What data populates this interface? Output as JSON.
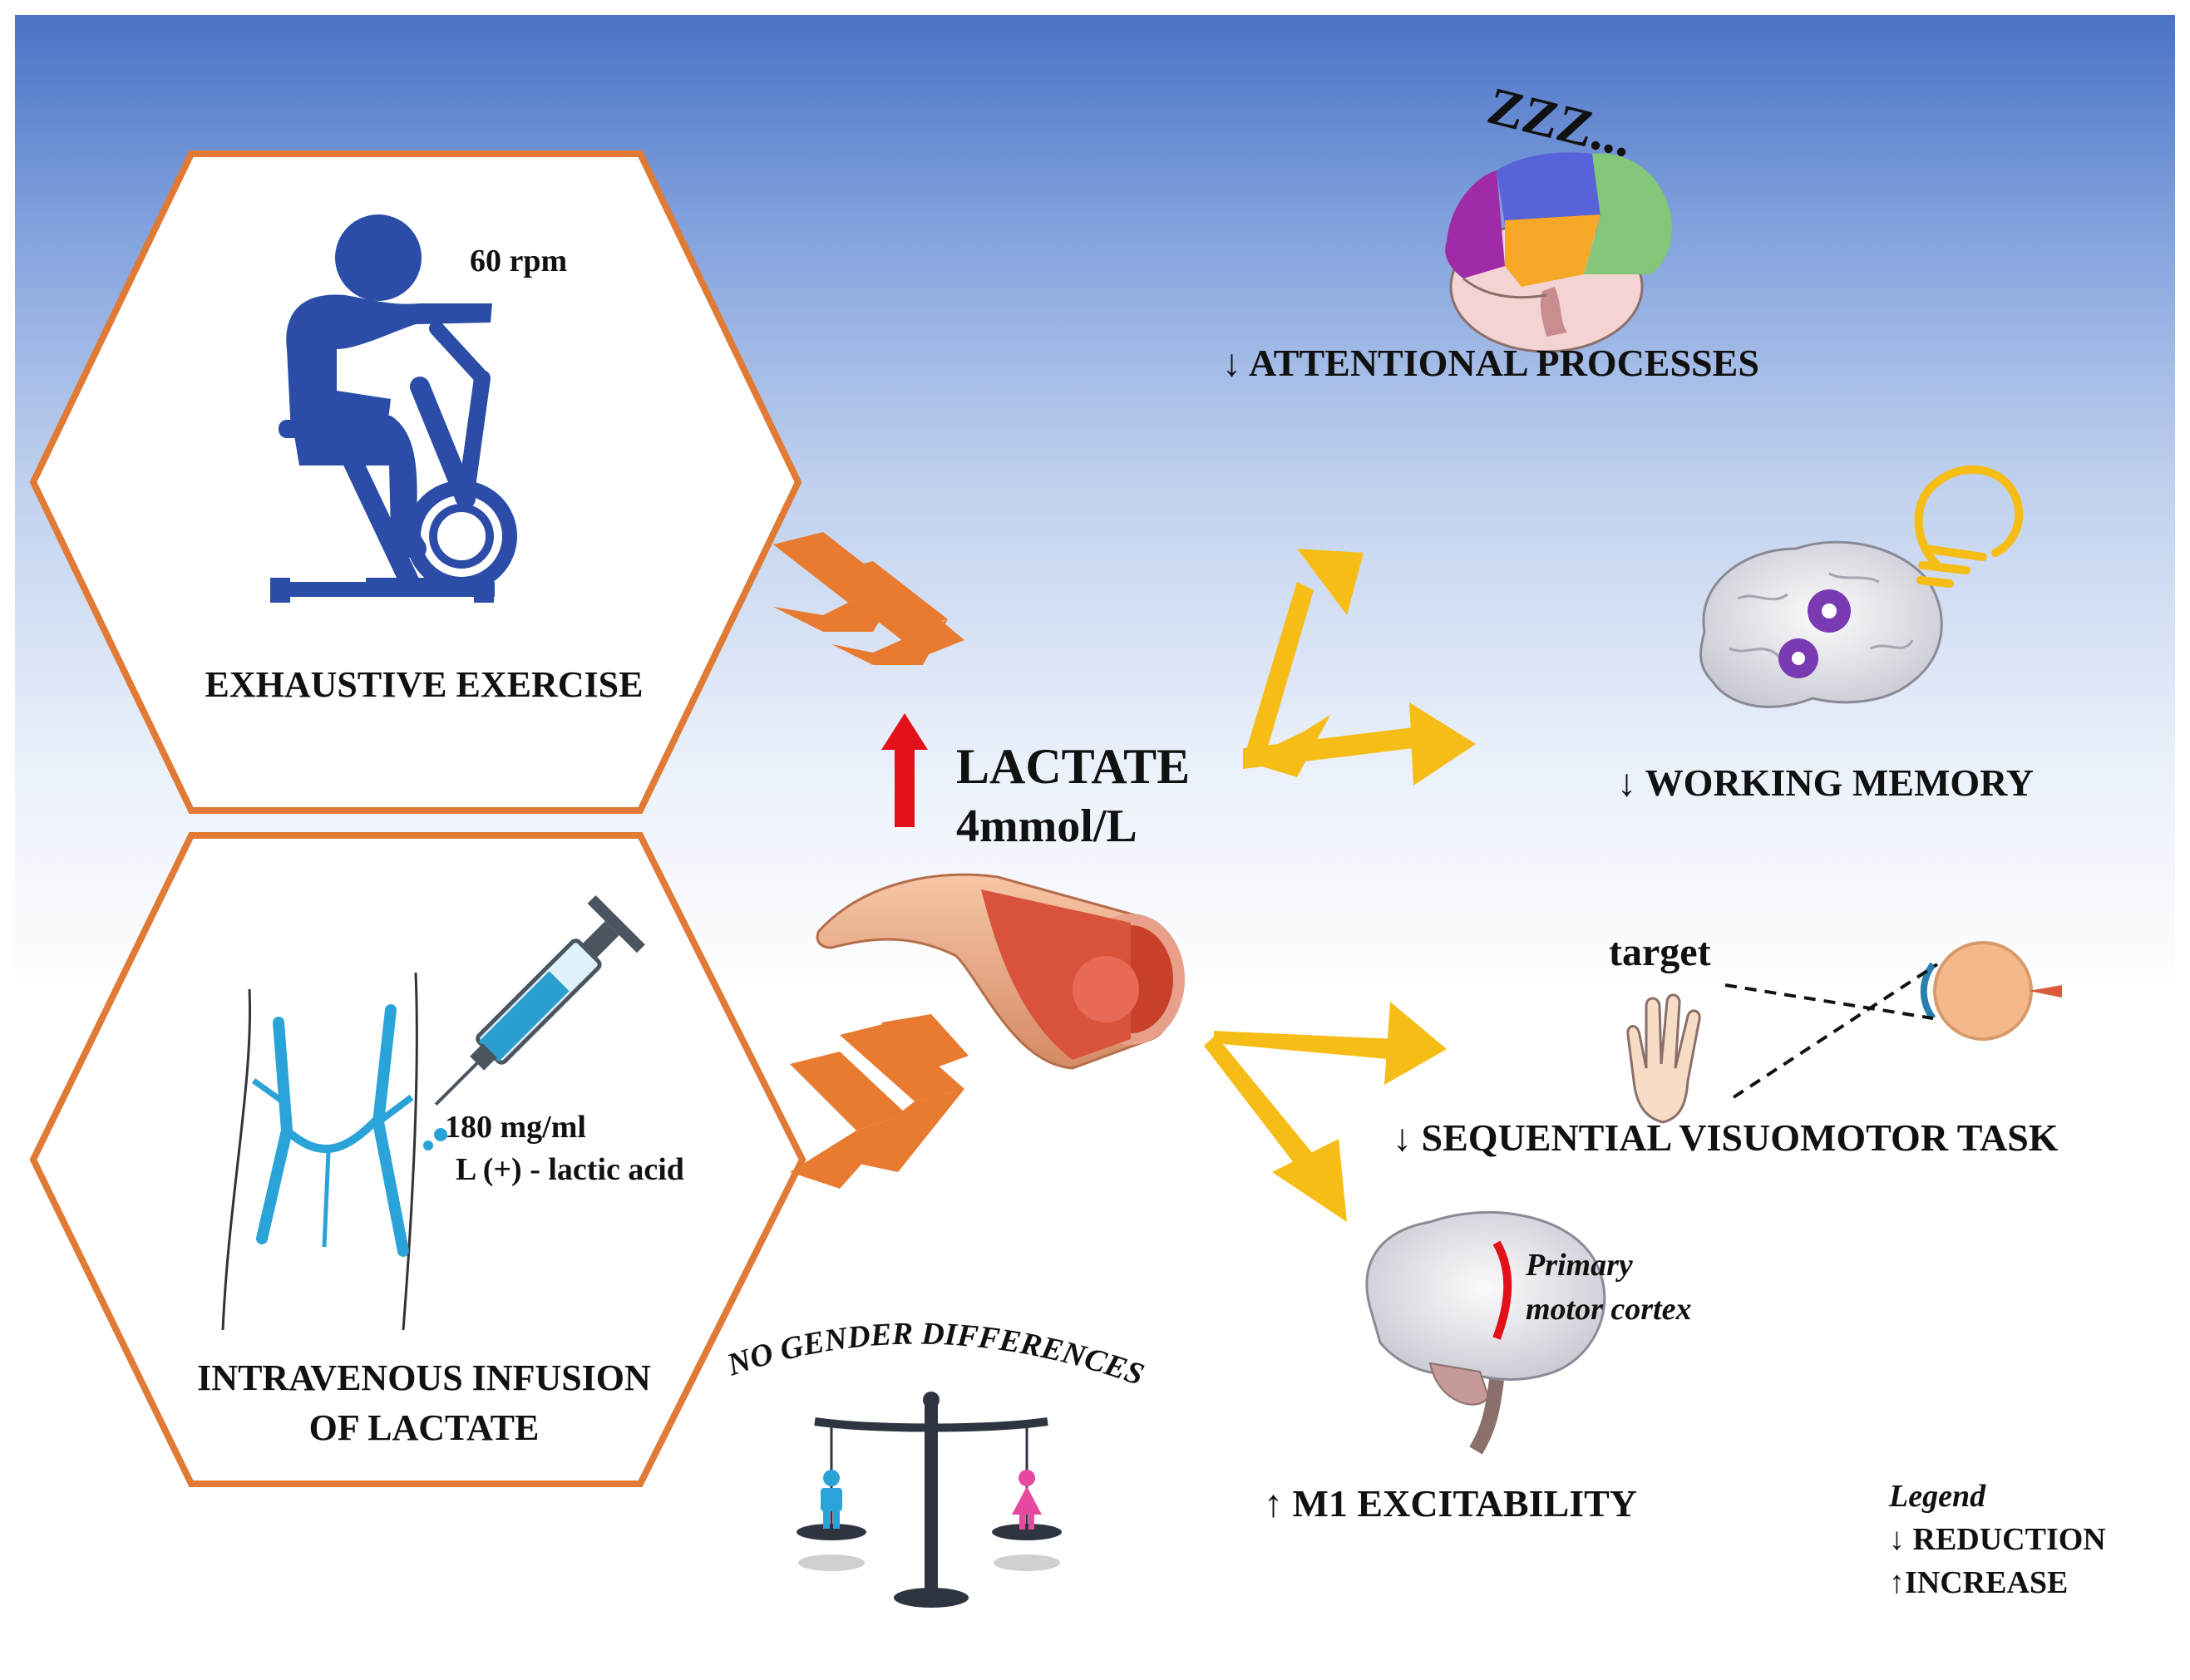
{
  "inputs": {
    "exercise": {
      "rpm": "60 rpm",
      "label": "EXHAUSTIVE EXERCISE"
    },
    "infusion": {
      "dose": "180 mg/ml",
      "substance": "L (+) - lactic acid",
      "label_line1": "INTRAVENOUS INFUSION",
      "label_line2": "OF LACTATE"
    }
  },
  "center": {
    "line1": "LACTATE",
    "line2": "4mmol/L"
  },
  "gender": {
    "label": "NO GENDER DIFFERENCES"
  },
  "outcomes": {
    "attention": {
      "sleep_text": "ZZZ...",
      "label": "↓ ATTENTIONAL PROCESSES"
    },
    "memory": {
      "label": "↓ WORKING MEMORY"
    },
    "visuomotor": {
      "target": "target",
      "label": "↓ SEQUENTIAL VISUOMOTOR TASK"
    },
    "m1": {
      "cortex_line1": "Primary",
      "cortex_line2": "motor cortex",
      "label": "↑ M1 EXCITABILITY"
    }
  },
  "legend": {
    "title": "Legend",
    "reduction": "↓ REDUCTION",
    "increase": "↑INCREASE"
  },
  "colors": {
    "hexagon_border": "#e07a35",
    "chevron": "#e87b2f",
    "arrow": "#f6bd17",
    "up_arrow": "#e3101a",
    "figure": "#2b4da7",
    "vein": "#2aa4d8"
  }
}
